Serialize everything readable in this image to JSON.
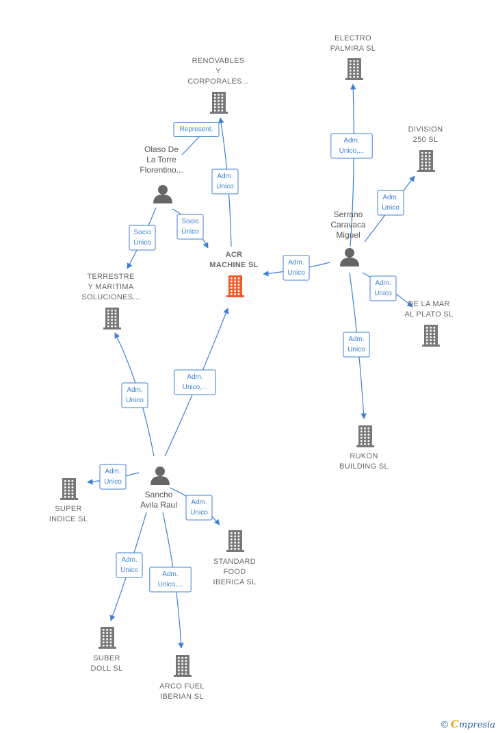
{
  "colors": {
    "edge": "#3d7fd4",
    "company": "#777777",
    "company_main": "#f05a28",
    "person": "#666666"
  },
  "nodes": [
    {
      "id": "acr",
      "type": "company-main",
      "lines": [
        "ACR",
        "MACHINE  SL"
      ]
    },
    {
      "id": "renovables",
      "type": "company",
      "lines": [
        "RENOVABLES",
        "Y",
        "CORPORALES..."
      ]
    },
    {
      "id": "electro",
      "type": "company",
      "lines": [
        "ELECTRO",
        "PALMIRA SL"
      ]
    },
    {
      "id": "division",
      "type": "company",
      "lines": [
        "DIVISION",
        "250  SL"
      ]
    },
    {
      "id": "terrestre",
      "type": "company",
      "lines": [
        "TERRESTRE",
        "Y MARITIMA",
        "SOLUCIONES..."
      ]
    },
    {
      "id": "delamar",
      "type": "company",
      "lines": [
        "DE LA MAR",
        "AL PLATO  SL"
      ]
    },
    {
      "id": "rukon",
      "type": "company",
      "lines": [
        "RUKON",
        "BUILDING  SL"
      ]
    },
    {
      "id": "super",
      "type": "company",
      "lines": [
        "SUPER",
        "INDICE  SL"
      ]
    },
    {
      "id": "standard",
      "type": "company",
      "lines": [
        "STANDARD",
        "FOOD",
        "IBERICA  SL"
      ]
    },
    {
      "id": "suber",
      "type": "company",
      "lines": [
        "SUBER",
        "DOLL  SL"
      ]
    },
    {
      "id": "arco",
      "type": "company",
      "lines": [
        "ARCO FUEL",
        "IBERIAN  SL"
      ]
    },
    {
      "id": "olaso",
      "type": "person",
      "lines": [
        "Olaso De",
        "La Torre",
        "Florentino..."
      ]
    },
    {
      "id": "serrano",
      "type": "person",
      "lines": [
        "Serrano",
        "Caravaca",
        "Miguel"
      ]
    },
    {
      "id": "sancho",
      "type": "person",
      "lines": [
        "Sancho",
        "Avila Raul"
      ]
    }
  ],
  "edges": [
    {
      "from": "olaso",
      "to": "renovables",
      "label": [
        "Represent."
      ]
    },
    {
      "from": "acr",
      "to": "renovables",
      "label": [
        "Adm.",
        "Unico"
      ]
    },
    {
      "from": "olaso",
      "to": "terrestre",
      "label": [
        "Socio",
        "Único"
      ]
    },
    {
      "from": "olaso",
      "to": "acr",
      "label": [
        "Socio",
        "Único"
      ]
    },
    {
      "from": "serrano",
      "to": "electro",
      "label": [
        "Adm.",
        "Unico,..."
      ]
    },
    {
      "from": "serrano",
      "to": "division",
      "label": [
        "Adm.",
        "Unico"
      ]
    },
    {
      "from": "serrano",
      "to": "acr",
      "label": [
        "Adm.",
        "Unico"
      ]
    },
    {
      "from": "serrano",
      "to": "delamar",
      "label": [
        "Adm.",
        "Unico"
      ]
    },
    {
      "from": "serrano",
      "to": "rukon",
      "label": [
        "Adm.",
        "Unico"
      ]
    },
    {
      "from": "sancho",
      "to": "terrestre",
      "label": [
        "Adm.",
        "Unico"
      ]
    },
    {
      "from": "sancho",
      "to": "acr",
      "label": [
        "Adm.",
        "Unico,..."
      ]
    },
    {
      "from": "sancho",
      "to": "super",
      "label": [
        "Adm.",
        "Unico"
      ]
    },
    {
      "from": "sancho",
      "to": "standard",
      "label": [
        "Adm.",
        "Unico"
      ]
    },
    {
      "from": "sancho",
      "to": "suber",
      "label": [
        "Adm.",
        "Unico"
      ]
    },
    {
      "from": "sancho",
      "to": "arco",
      "label": [
        "Adm.",
        "Unico,..."
      ]
    }
  ],
  "footer": {
    "copyright": "©",
    "brand_initial": "C",
    "brand_rest": "mpresia"
  }
}
